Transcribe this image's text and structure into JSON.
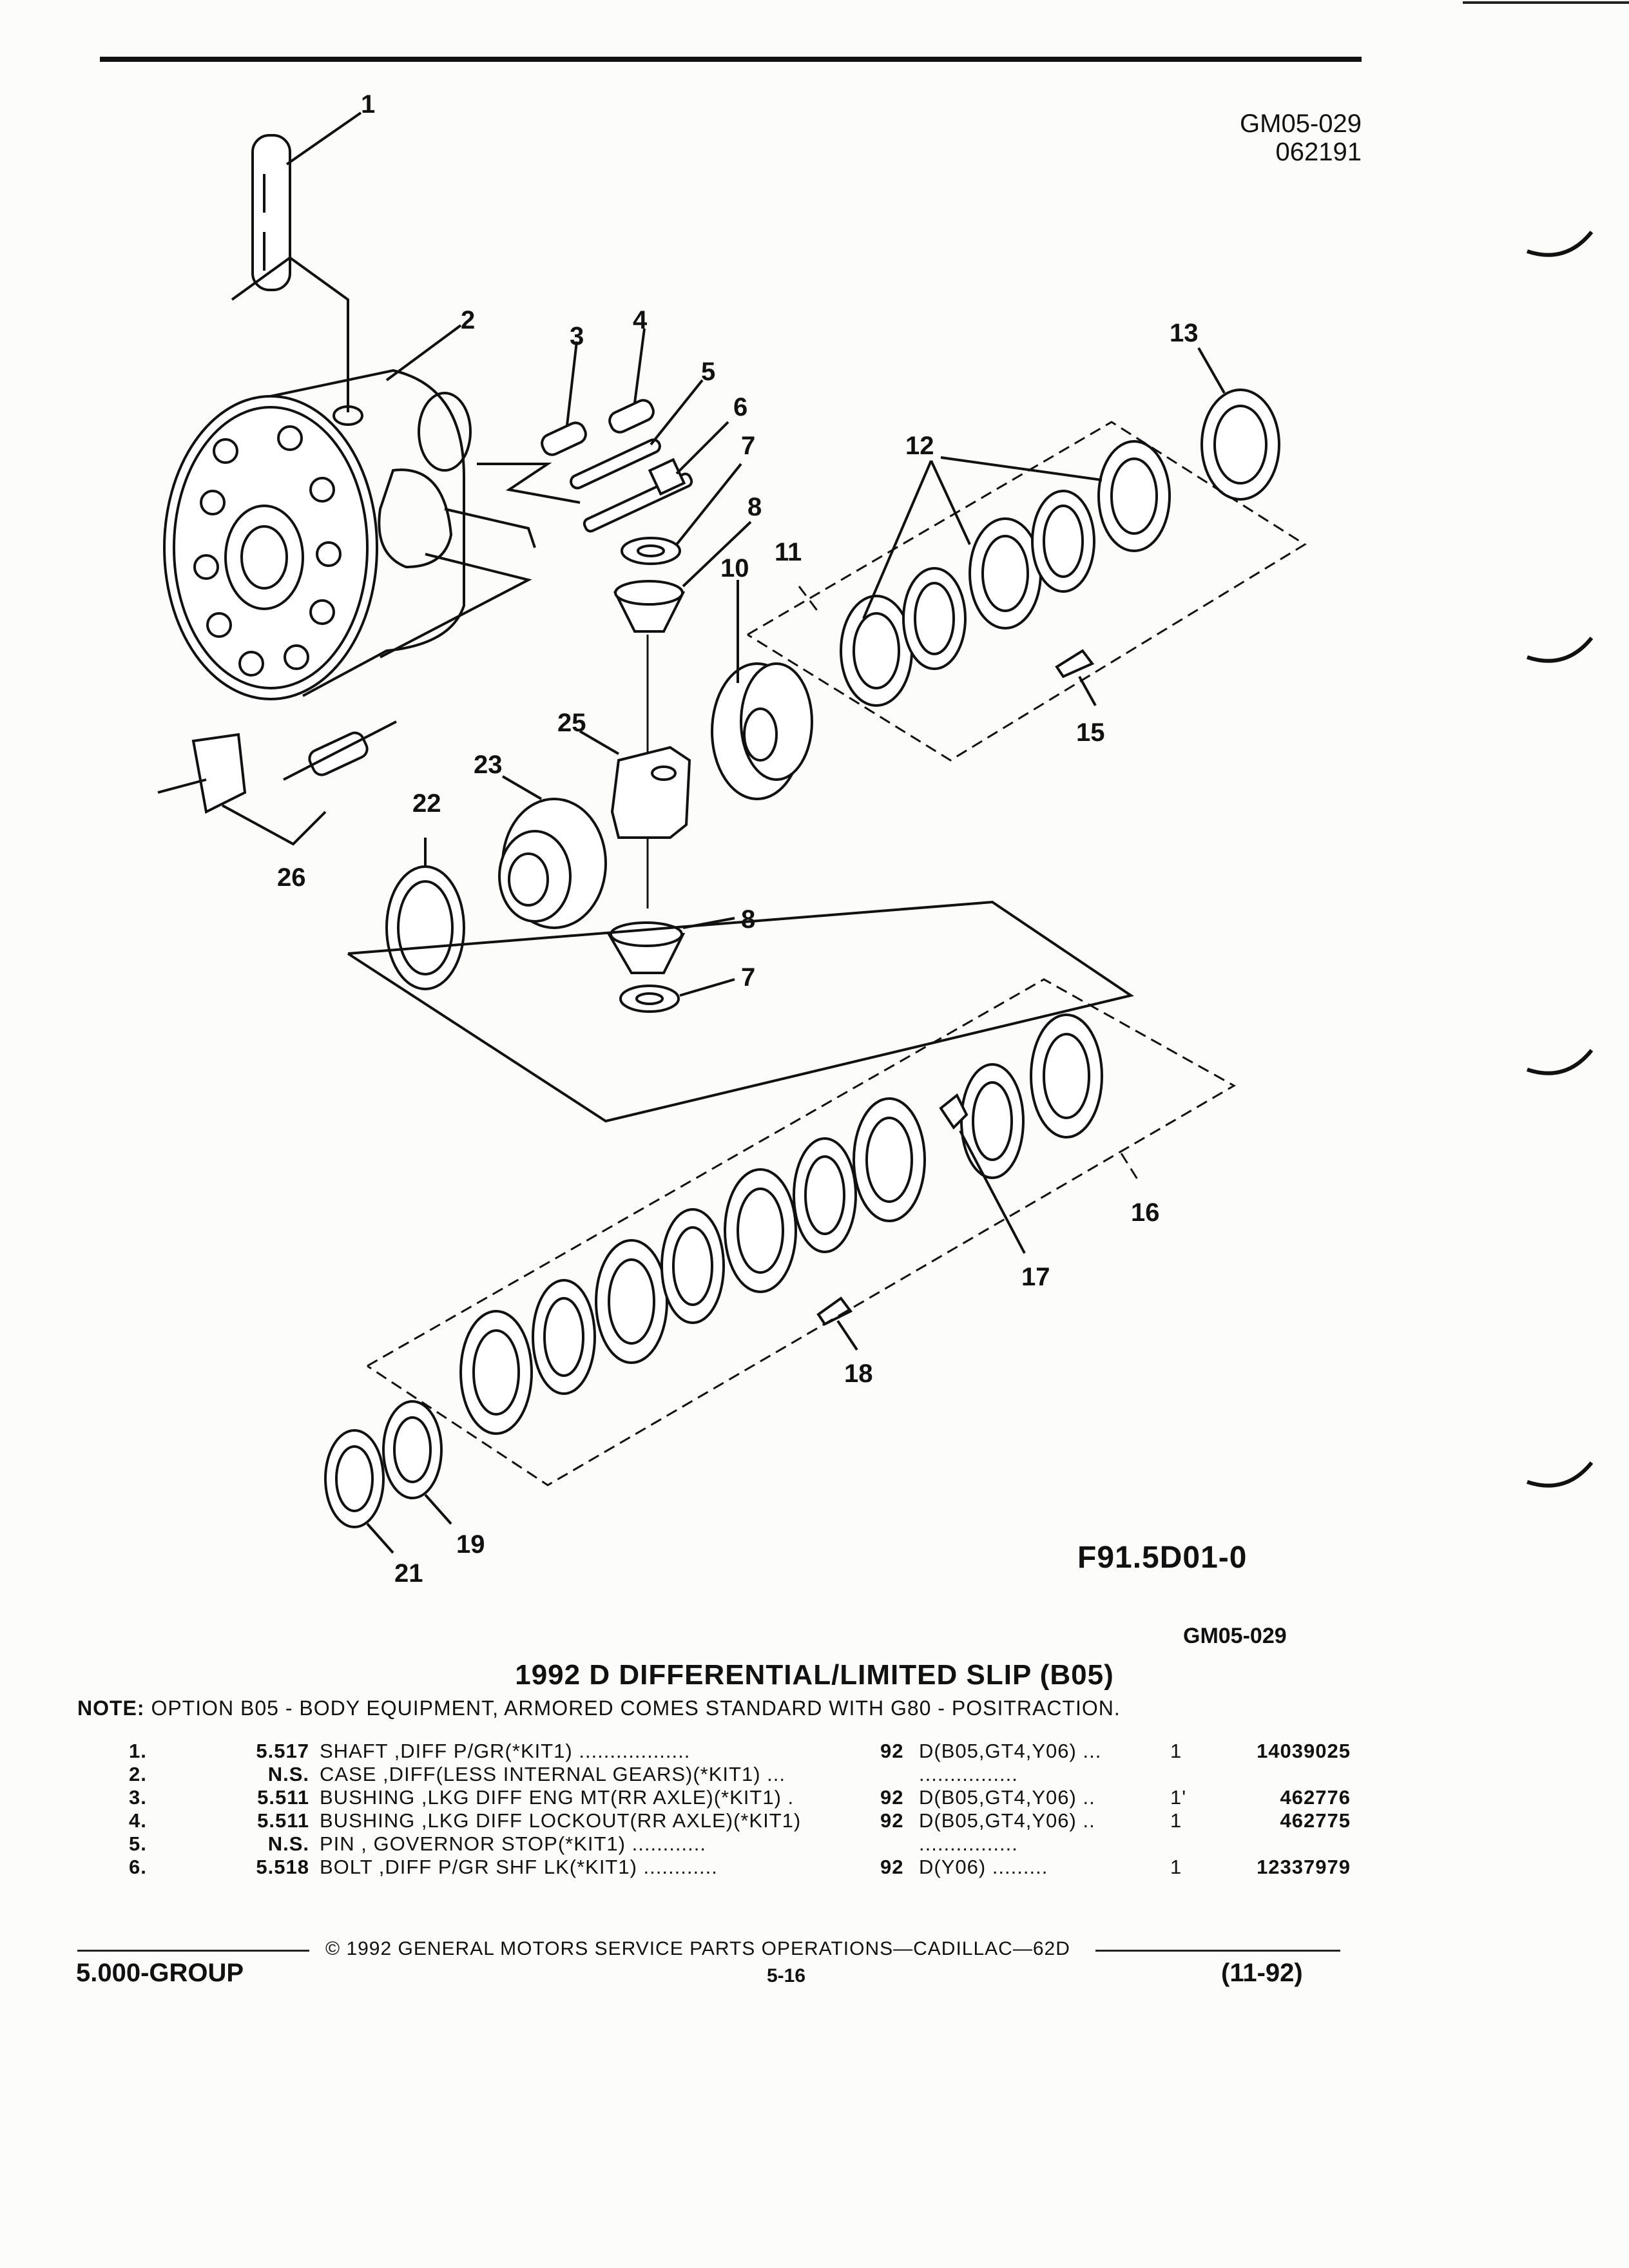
{
  "header": {
    "doc_code": "GM05-029",
    "doc_date": "062191"
  },
  "figure": {
    "code": "F91.5D01-0",
    "callouts": [
      "1",
      "2",
      "3",
      "4",
      "5",
      "6",
      "7",
      "8",
      "10",
      "11",
      "12",
      "13",
      "15",
      "25",
      "23",
      "22",
      "26",
      "8",
      "7",
      "16",
      "17",
      "18",
      "19",
      "21"
    ]
  },
  "section": {
    "ref": "GM05-029",
    "title": "1992 D DIFFERENTIAL/LIMITED SLIP (B05)",
    "note_label": "NOTE:",
    "note_text": "OPTION B05 - BODY EQUIPMENT, ARMORED COMES STANDARD WITH G80 - POSITRACTION."
  },
  "parts": [
    {
      "num": "1.",
      "cat": "5.517",
      "desc": "SHAFT ,DIFF P/GR(*KIT1) ..................",
      "qty_code": "92",
      "usage": "D(B05,GT4,Y06) ...",
      "qty": "1",
      "part_no": "14039025"
    },
    {
      "num": "2.",
      "cat": "N.S.",
      "desc": "CASE ,DIFF(LESS INTERNAL GEARS)(*KIT1) ...",
      "qty_code": "",
      "usage": "................",
      "qty": "",
      "part_no": ""
    },
    {
      "num": "3.",
      "cat": "5.511",
      "desc": "BUSHING ,LKG DIFF ENG MT(RR AXLE)(*KIT1) .",
      "qty_code": "92",
      "usage": "D(B05,GT4,Y06) ..",
      "qty": "1'",
      "part_no": "462776"
    },
    {
      "num": "4.",
      "cat": "5.511",
      "desc": "BUSHING ,LKG DIFF LOCKOUT(RR AXLE)(*KIT1)",
      "qty_code": "92",
      "usage": "D(B05,GT4,Y06) ..",
      "qty": "1",
      "part_no": "462775"
    },
    {
      "num": "5.",
      "cat": "N.S.",
      "desc": "PIN , GOVERNOR STOP(*KIT1) ............",
      "qty_code": "",
      "usage": "................",
      "qty": "",
      "part_no": ""
    },
    {
      "num": "6.",
      "cat": "5.518",
      "desc": "BOLT ,DIFF P/GR SHF LK(*KIT1) ............",
      "qty_code": "92",
      "usage": "D(Y06) .........",
      "qty": "1",
      "part_no": "12337979"
    }
  ],
  "footer": {
    "copyright": "© 1992 GENERAL MOTORS SERVICE PARTS OPERATIONS—CADILLAC—62D",
    "group": "5.000-GROUP",
    "page": "5-16",
    "date": "(11-92)"
  }
}
